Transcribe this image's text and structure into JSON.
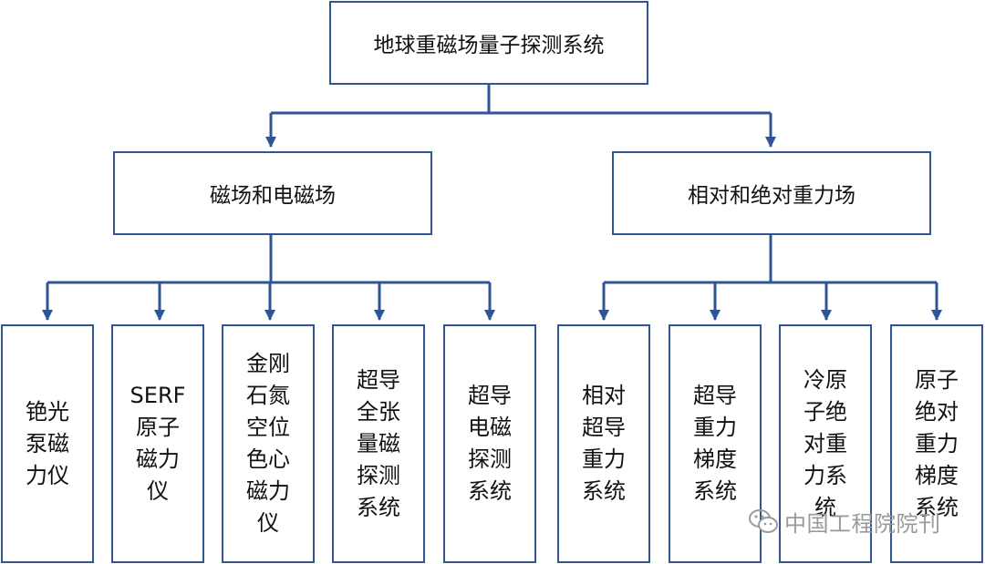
{
  "diagram": {
    "root": {
      "label": "地球重磁场量子探测系统"
    },
    "branches": [
      {
        "label": "磁场和电磁场",
        "children": [
          {
            "label": "铯光泵磁力仪"
          },
          {
            "label": "SERF原子磁力仪"
          },
          {
            "label": "金刚石氮空位色心磁力仪"
          },
          {
            "label": "超导全张量磁探测系统"
          },
          {
            "label": "超导电磁探测系统"
          }
        ]
      },
      {
        "label": "相对和绝对重力场",
        "children": [
          {
            "label": "相对超导重力系统"
          },
          {
            "label": "超导重力梯度系统"
          },
          {
            "label": "冷原子绝对重力系统"
          },
          {
            "label": "原子绝对重力梯度系统"
          }
        ]
      }
    ]
  },
  "colors": {
    "line": "#2f5597",
    "border": "#2f5597",
    "text": "#111111",
    "watermark": "#9a9a9a"
  },
  "watermark": {
    "text": "中国工程院院刊",
    "icon": "wechat-logo-icon"
  }
}
